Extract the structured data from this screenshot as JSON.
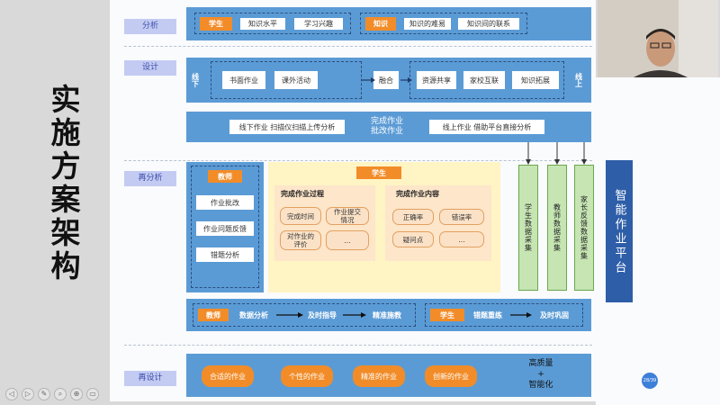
{
  "title": "实施方案架构",
  "rows": {
    "analysis": "分析",
    "design": "设计",
    "reanalysis": "再分析",
    "redesign": "再设计"
  },
  "analysis": {
    "student": {
      "label": "学生",
      "items": [
        "知识水平",
        "学习兴趣"
      ]
    },
    "knowledge": {
      "label": "知识",
      "items": [
        "知识的难易",
        "知识间的联系"
      ]
    }
  },
  "design": {
    "offline": {
      "label": "线下",
      "items": [
        "书面作业",
        "课外活动"
      ]
    },
    "merge": "融合",
    "online": {
      "label": "线上",
      "items": [
        "资源共享",
        "家校互联",
        "知识拓展"
      ]
    }
  },
  "complete": {
    "left": "线下作业 扫描仪扫描上传分析",
    "center": "完成作业\n批改作业",
    "right": "线上作业 借助平台直接分析"
  },
  "teacher": {
    "label": "教师",
    "items": [
      "作业批改",
      "作业问题反馈",
      "错题分析"
    ]
  },
  "student_panel": {
    "label": "学生",
    "process": {
      "title": "完成作业过程",
      "items": [
        "完成时间",
        "作业提交\n情况",
        "对作业的\n评价",
        "..."
      ]
    },
    "content": {
      "title": "完成作业内容",
      "items": [
        "正确率",
        "错误率",
        "疑问点",
        "..."
      ]
    }
  },
  "collect": [
    "学生数据采集",
    "教师数据采集",
    "家长反馈数据采集"
  ],
  "platform": "智能作业平台",
  "flow_teacher": {
    "label": "教师",
    "steps": [
      "数据分析",
      "及时指导",
      "精准施教"
    ]
  },
  "flow_student": {
    "label": "学生",
    "steps": [
      "错题重练",
      "及时巩固"
    ]
  },
  "redesign": {
    "items": [
      "合适的作业",
      "个性的作业",
      "精准的作业",
      "创新的作业"
    ],
    "result": "高质量\n+\n智能化"
  },
  "toolbar": [
    "◁",
    "▷",
    "✎",
    "⌕",
    "⊕",
    "▭"
  ],
  "badge": "28/39"
}
